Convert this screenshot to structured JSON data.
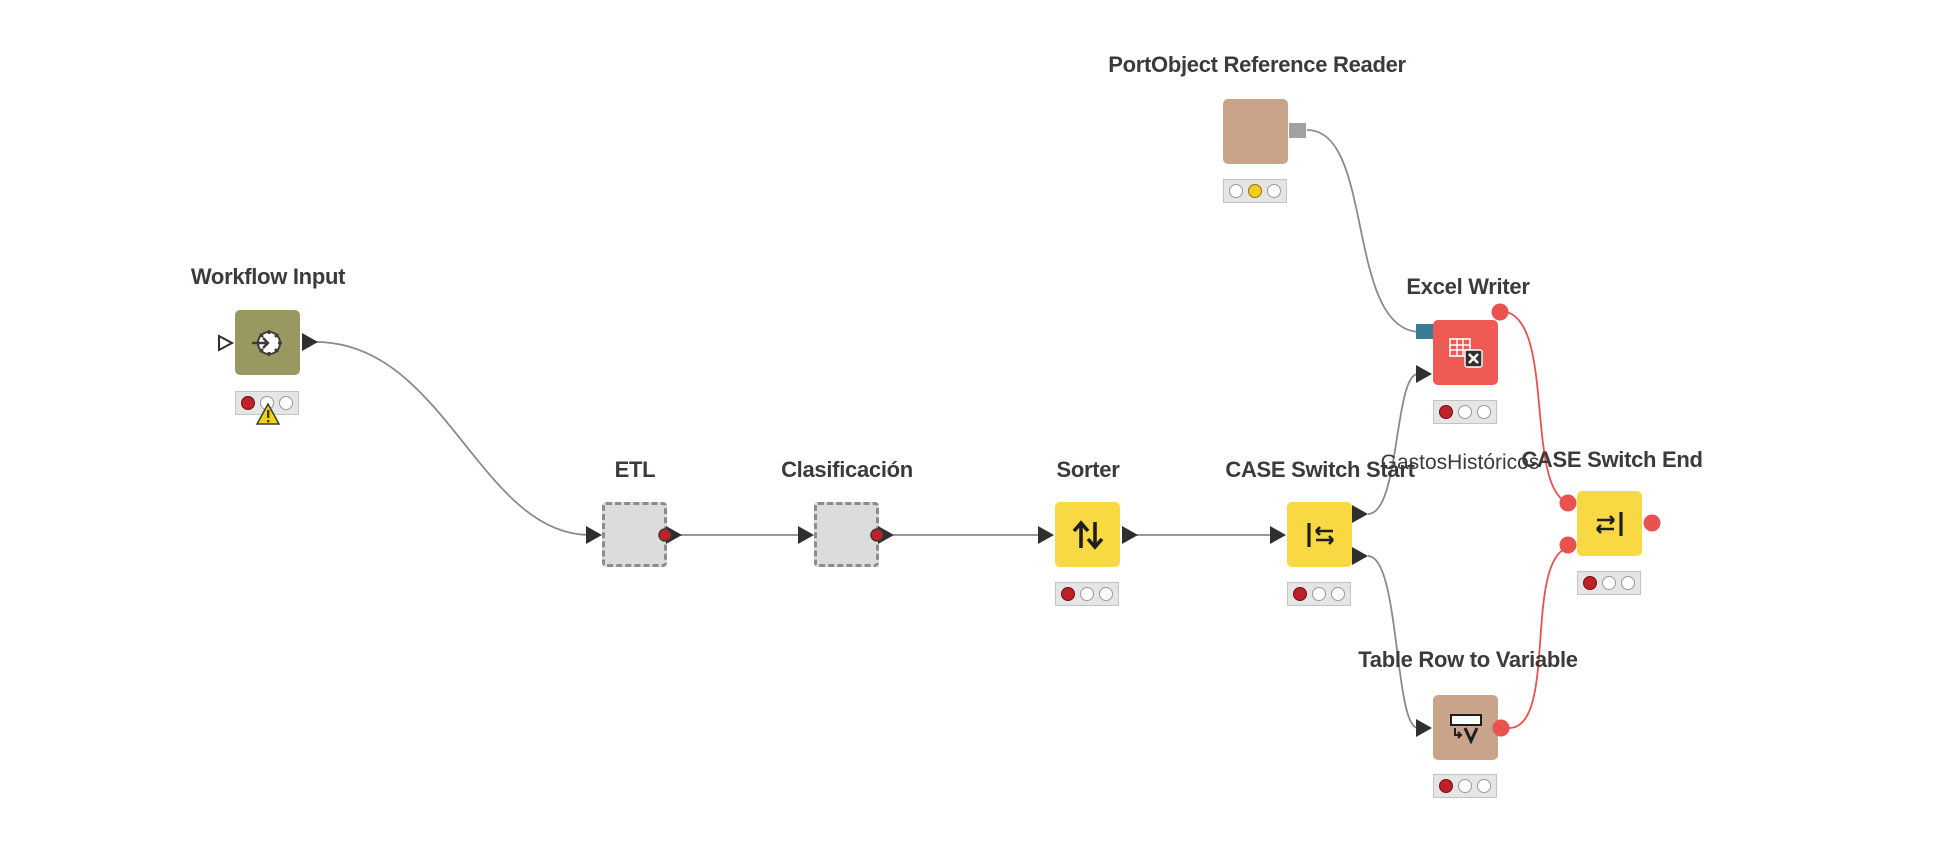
{
  "colors": {
    "data_edge": "#8a8a8a",
    "flow_variable_edge": "#e8524f",
    "source_node": "#989860",
    "manipulator_node": "#f9d943",
    "sink_node": "#ee5a53",
    "other_node": "#c9a38a",
    "metanode": "#dcdcdc",
    "port_dark": "#2f2f2f",
    "flow_port": "#e8524f"
  },
  "nodes": [
    {
      "id": "workflow-input",
      "title": "Workflow Input",
      "kind": "source",
      "icon": "workflow-input-icon",
      "status": [
        "red",
        "off",
        "off"
      ],
      "warning": true
    },
    {
      "id": "etl",
      "title": "ETL",
      "kind": "metanode",
      "icon": "",
      "status": [],
      "warning": false
    },
    {
      "id": "clasificacion",
      "title": "Clasificación",
      "kind": "metanode",
      "icon": "",
      "status": [],
      "warning": false
    },
    {
      "id": "sorter",
      "title": "Sorter",
      "kind": "manipulator",
      "icon": "sort-icon",
      "status": [
        "red",
        "off",
        "off"
      ],
      "warning": false
    },
    {
      "id": "case-switch-start",
      "title": "CASE Switch Start",
      "kind": "manipulator",
      "icon": "case-switch-start-icon",
      "status": [
        "red",
        "off",
        "off"
      ],
      "warning": false
    },
    {
      "id": "portobject-reference-reader",
      "title": "PortObject Reference Reader",
      "kind": "other",
      "icon": "",
      "status": [
        "off",
        "yellow",
        "off"
      ],
      "warning": false
    },
    {
      "id": "excel-writer",
      "title": "Excel Writer",
      "kind": "sink",
      "icon": "excel-icon",
      "status": [
        "red",
        "off",
        "off"
      ],
      "warning": false
    },
    {
      "id": "table-row-to-variable",
      "title": "Table Row to Variable",
      "kind": "other",
      "icon": "row-to-variable-icon",
      "status": [
        "red",
        "off",
        "off"
      ],
      "warning": false
    },
    {
      "id": "case-switch-end",
      "title": "CASE Switch End",
      "kind": "manipulator",
      "icon": "case-switch-end-icon",
      "status": [
        "red",
        "off",
        "off"
      ],
      "warning": false
    }
  ],
  "annotations": [
    {
      "id": "excel-writer-comment",
      "text": "GastosHistóricos"
    }
  ],
  "connections": [
    {
      "from": "workflow-input",
      "to": "etl",
      "type": "data"
    },
    {
      "from": "etl",
      "to": "clasificacion",
      "type": "data"
    },
    {
      "from": "clasificacion",
      "to": "sorter",
      "type": "data"
    },
    {
      "from": "sorter",
      "to": "case-switch-start",
      "type": "data"
    },
    {
      "from": "case-switch-start",
      "to": "excel-writer",
      "type": "data"
    },
    {
      "from": "case-switch-start",
      "to": "table-row-to-variable",
      "type": "data"
    },
    {
      "from": "portobject-reference-reader",
      "to": "excel-writer",
      "type": "file-system"
    },
    {
      "from": "excel-writer",
      "to": "case-switch-end",
      "type": "flow-variable"
    },
    {
      "from": "table-row-to-variable",
      "to": "case-switch-end",
      "type": "flow-variable"
    }
  ]
}
